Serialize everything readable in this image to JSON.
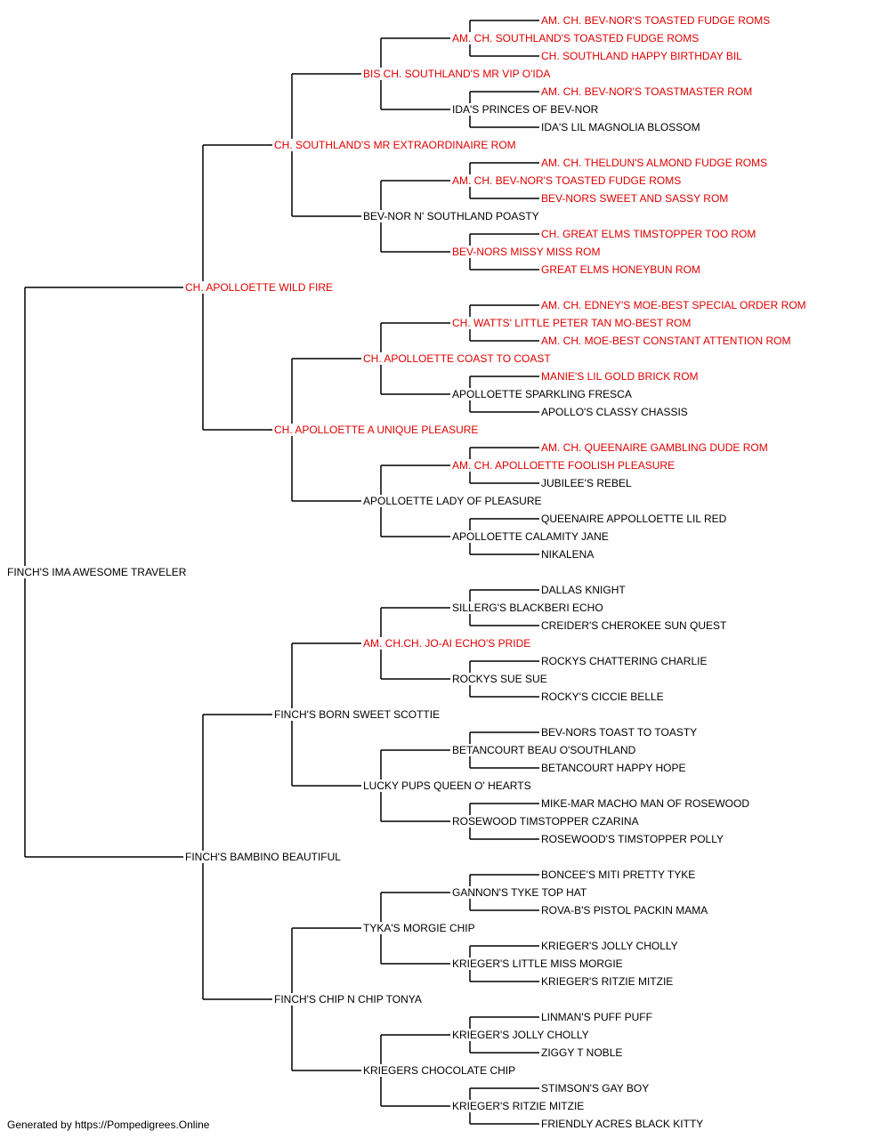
{
  "colors": {
    "champion": "#e00000",
    "normal": "#000000",
    "lines": "#000000"
  },
  "footer": "Generated by https://Pompedigrees.Online",
  "pedigree": {
    "name": "FINCH'S IMA AWESOME TRAVELER",
    "ch": false,
    "sire": {
      "name": "CH. APOLLOETTE WILD FIRE",
      "ch": true,
      "sire": {
        "name": "CH. SOUTHLAND'S MR EXTRAORDINAIRE ROM",
        "ch": true,
        "sire": {
          "name": "BIS CH. SOUTHLAND'S MR VIP O'IDA",
          "ch": true,
          "sire": {
            "name": "AM. CH. SOUTHLAND'S TOASTED FUDGE ROMS",
            "ch": true,
            "sire": {
              "name": "AM. CH. BEV-NOR'S TOASTED FUDGE ROMS",
              "ch": true
            },
            "dam": {
              "name": "CH. SOUTHLAND HAPPY BIRTHDAY BIL",
              "ch": true
            }
          },
          "dam": {
            "name": "IDA'S PRINCES OF BEV-NOR",
            "ch": false,
            "sire": {
              "name": "AM. CH. BEV-NOR'S TOASTMASTER ROM",
              "ch": true
            },
            "dam": {
              "name": "IDA'S LIL MAGNOLIA BLOSSOM",
              "ch": false
            }
          }
        },
        "dam": {
          "name": "BEV-NOR N' SOUTHLAND POASTY",
          "ch": false,
          "sire": {
            "name": "AM. CH. BEV-NOR'S TOASTED FUDGE ROMS",
            "ch": true,
            "sire": {
              "name": "AM. CH. THELDUN'S ALMOND FUDGE ROMS",
              "ch": true
            },
            "dam": {
              "name": "BEV-NORS SWEET AND SASSY ROM",
              "ch": true
            }
          },
          "dam": {
            "name": "BEV-NORS MISSY MISS ROM",
            "ch": true,
            "sire": {
              "name": "CH. GREAT ELMS TIMSTOPPER TOO ROM",
              "ch": true
            },
            "dam": {
              "name": "GREAT ELMS HONEYBUN ROM",
              "ch": true
            }
          }
        }
      },
      "dam": {
        "name": "CH. APOLLOETTE A UNIQUE PLEASURE",
        "ch": true,
        "sire": {
          "name": "CH. APOLLOETTE COAST TO COAST",
          "ch": true,
          "sire": {
            "name": "CH. WATTS' LITTLE PETER TAN MO-BEST ROM",
            "ch": true,
            "sire": {
              "name": "AM. CH. EDNEY'S MOE-BEST SPECIAL ORDER ROM",
              "ch": true
            },
            "dam": {
              "name": "AM. CH. MOE-BEST CONSTANT ATTENTION ROM",
              "ch": true
            }
          },
          "dam": {
            "name": "APOLLOETTE SPARKLING FRESCA",
            "ch": false,
            "sire": {
              "name": "MANIE'S LIL GOLD BRICK ROM",
              "ch": true
            },
            "dam": {
              "name": "APOLLO'S CLASSY CHASSIS",
              "ch": false
            }
          }
        },
        "dam": {
          "name": "APOLLOETTE LADY OF PLEASURE",
          "ch": false,
          "sire": {
            "name": "AM. CH. APOLLOETTE FOOLISH PLEASURE",
            "ch": true,
            "sire": {
              "name": "AM. CH. QUEENAIRE GAMBLING DUDE ROM",
              "ch": true
            },
            "dam": {
              "name": "JUBILEE'S REBEL",
              "ch": false
            }
          },
          "dam": {
            "name": "APOLLOETTE CALAMITY JANE",
            "ch": false,
            "sire": {
              "name": "QUEENAIRE APPOLLOETTE LIL RED",
              "ch": false
            },
            "dam": {
              "name": "NIKALENA",
              "ch": false
            }
          }
        }
      }
    },
    "dam": {
      "name": "FINCH'S BAMBINO BEAUTIFUL",
      "ch": false,
      "sire": {
        "name": "FINCH'S BORN SWEET SCOTTIE",
        "ch": false,
        "sire": {
          "name": "AM. CH.CH. JO-AI ECHO'S PRIDE",
          "ch": true,
          "sire": {
            "name": "SILLERG'S BLACKBERI ECHO",
            "ch": false,
            "sire": {
              "name": "DALLAS KNIGHT",
              "ch": false
            },
            "dam": {
              "name": "CREIDER'S CHEROKEE SUN QUEST",
              "ch": false
            }
          },
          "dam": {
            "name": "ROCKYS SUE SUE",
            "ch": false,
            "sire": {
              "name": "ROCKYS CHATTERING CHARLIE",
              "ch": false
            },
            "dam": {
              "name": "ROCKY'S CICCIE BELLE",
              "ch": false
            }
          }
        },
        "dam": {
          "name": "LUCKY PUPS QUEEN O' HEARTS",
          "ch": false,
          "sire": {
            "name": "BETANCOURT BEAU O'SOUTHLAND",
            "ch": false,
            "sire": {
              "name": "BEV-NORS TOAST TO TOASTY",
              "ch": false
            },
            "dam": {
              "name": "BETANCOURT HAPPY HOPE",
              "ch": false
            }
          },
          "dam": {
            "name": "ROSEWOOD TIMSTOPPER CZARINA",
            "ch": false,
            "sire": {
              "name": "MIKE-MAR MACHO MAN OF ROSEWOOD",
              "ch": false
            },
            "dam": {
              "name": "ROSEWOOD'S TIMSTOPPER POLLY",
              "ch": false
            }
          }
        }
      },
      "dam": {
        "name": "FINCH'S CHIP N CHIP TONYA",
        "ch": false,
        "sire": {
          "name": "TYKA'S MORGIE CHIP",
          "ch": false,
          "sire": {
            "name": "GANNON'S TYKE TOP HAT",
            "ch": false,
            "sire": {
              "name": "BONCEE'S MITI PRETTY TYKE",
              "ch": false
            },
            "dam": {
              "name": "ROVA-B'S PISTOL PACKIN MAMA",
              "ch": false
            }
          },
          "dam": {
            "name": "KRIEGER'S LITTLE MISS MORGIE",
            "ch": false,
            "sire": {
              "name": "KRIEGER'S JOLLY CHOLLY",
              "ch": false
            },
            "dam": {
              "name": "KRIEGER'S RITZIE MITZIE",
              "ch": false
            }
          }
        },
        "dam": {
          "name": "KRIEGERS CHOCOLATE CHIP",
          "ch": false,
          "sire": {
            "name": "KRIEGER'S JOLLY CHOLLY",
            "ch": false,
            "sire": {
              "name": "LINMAN'S PUFF PUFF",
              "ch": false
            },
            "dam": {
              "name": "ZIGGY T NOBLE",
              "ch": false
            }
          },
          "dam": {
            "name": "KRIEGER'S RITZIE MITZIE",
            "ch": false,
            "sire": {
              "name": "STIMSON'S GAY BOY",
              "ch": false
            },
            "dam": {
              "name": "FRIENDLY ACRES BLACK KITTY",
              "ch": false
            }
          }
        }
      }
    }
  }
}
